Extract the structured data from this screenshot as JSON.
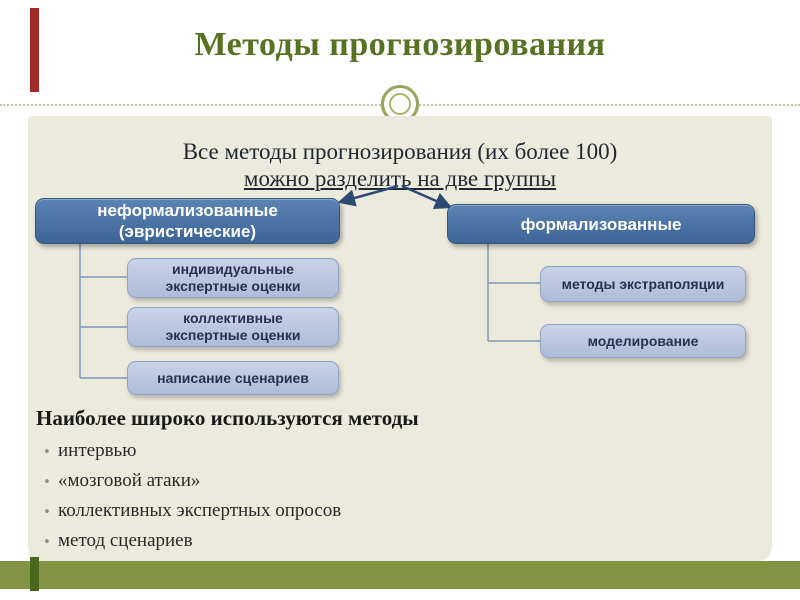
{
  "slide": {
    "title": "Методы прогнозирования",
    "intro_line1": "Все методы прогнозирования (их более 100)",
    "intro_line2": "можно разделить на две группы"
  },
  "diagram": {
    "groups": [
      {
        "label": "неформализованные (эвристические)",
        "children": [
          "индивидуальные экспертные оценки",
          "коллективные экспертные оценки",
          "написание сценариев"
        ]
      },
      {
        "label": "формализованные",
        "children": [
          "методы экстраполяции",
          "моделирование"
        ]
      }
    ]
  },
  "notes": {
    "heading": "Наиболее широко используются методы",
    "bullets": [
      "интервью",
      "«мозговой атаки»",
      "коллективных экспертных опросов",
      "метод сценариев"
    ]
  },
  "colors": {
    "title_green": "#567323",
    "accent_red": "#9e2b25",
    "panel_beige": "#eceadd",
    "box_blue_top": "#5b84b5",
    "box_blue_bottom": "#3c6496",
    "subbox_top": "#c9d3e8",
    "subbox_bottom": "#adbcd8",
    "olive_bar": "#829344",
    "dark_green": "#49671c",
    "arrow_blue": "#2c4a73",
    "connector_blue": "#8094b6",
    "text_dark": "#222833"
  }
}
